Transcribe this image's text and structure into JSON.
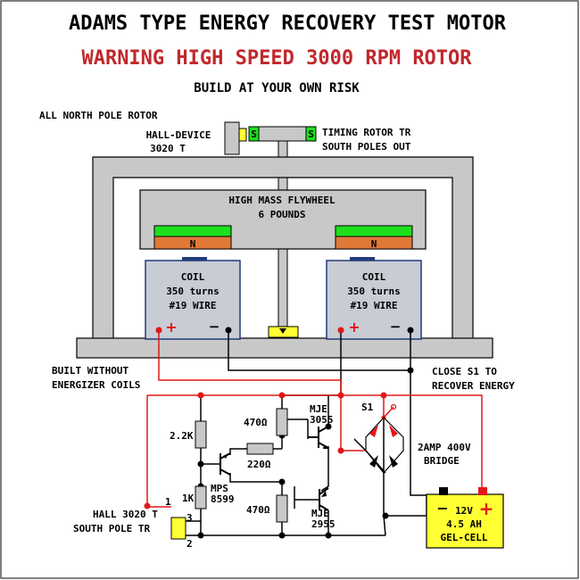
{
  "title": "ADAMS TYPE ENERGY RECOVERY TEST MOTOR",
  "warning": "WARNING HIGH SPEED 3000 RPM ROTOR",
  "subtitle": "BUILD AT YOUR OWN RISK",
  "labels": {
    "rotor": "ALL NORTH POLE ROTOR",
    "hall_device_1": "HALL-DEVICE",
    "hall_device_2": "3020 T",
    "timing_rotor_1": "TIMING ROTOR  TR",
    "timing_rotor_2": "SOUTH POLES OUT",
    "flywheel_1": "HIGH MASS FLYWHEEL",
    "flywheel_2": "6 POUNDS",
    "magnet_pole": "N",
    "timing_pole": "S",
    "coil_1": "COIL",
    "coil_2": "350 turns",
    "coil_3": "#19 WIRE",
    "plus": "+",
    "minus": "−",
    "built_without_1": "BUILT WITHOUT",
    "built_without_2": "ENERGIZER COILS",
    "close_s1_1": "CLOSE S1 TO",
    "close_s1_2": "RECOVER ENERGY",
    "r_2k2": "2.2K",
    "r_470_top": "470Ω",
    "r_220": "220Ω",
    "r_1k": "1K",
    "r_470_bot": "470Ω",
    "mje3055_1": "MJE",
    "mje3055_2": "3055",
    "mps_1": "MPS",
    "mps_2": "8599",
    "mje2955_1": "MJE",
    "mje2955_2": "2955",
    "switch": "S1",
    "bridge_1": "2AMP 400V",
    "bridge_2": "BRIDGE",
    "hall_tr_1": "HALL 3020 T",
    "hall_tr_2": "SOUTH POLE TR",
    "pin_1": "1",
    "pin_2": "2",
    "pin_3": "3",
    "battery_1": "12V",
    "battery_2": "4.5 AH",
    "battery_3": "GEL-CELL"
  },
  "colors": {
    "frame": "#c8c8c8",
    "magnet_green": "#1de01d",
    "magnet_orange": "#e07838",
    "coil_fill": "#c8ccd4",
    "coil_border": "#203c78",
    "wire_red": "#e01818",
    "battery_yellow": "#ffff33",
    "title_red": "#c0282c"
  }
}
